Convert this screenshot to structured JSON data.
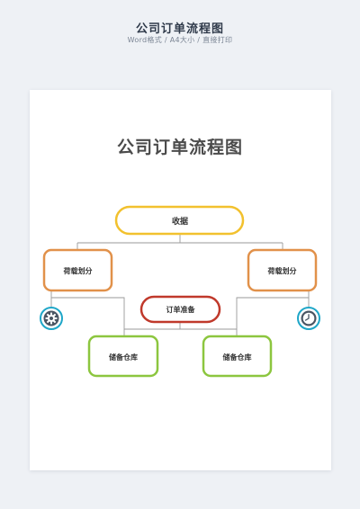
{
  "header": {
    "title": "公司订单流程图",
    "subtitle": "Word格式 / A4大小 / 直接打印"
  },
  "document": {
    "title": "公司订单流程图"
  },
  "nodes": {
    "top": "收据",
    "left": "荷载划分",
    "right": "荷载划分",
    "center": "订单准备",
    "bottom_left": "储备仓库",
    "bottom_right": "储备仓库"
  },
  "icons": {
    "left": "gear-icon",
    "right": "clock-icon"
  },
  "colors": {
    "yellow": "#f2c12e",
    "orange": "#e1914a",
    "red": "#c0392b",
    "green": "#8cc63f",
    "teal": "#1ea6c8",
    "connector": "#9a9a9a"
  }
}
